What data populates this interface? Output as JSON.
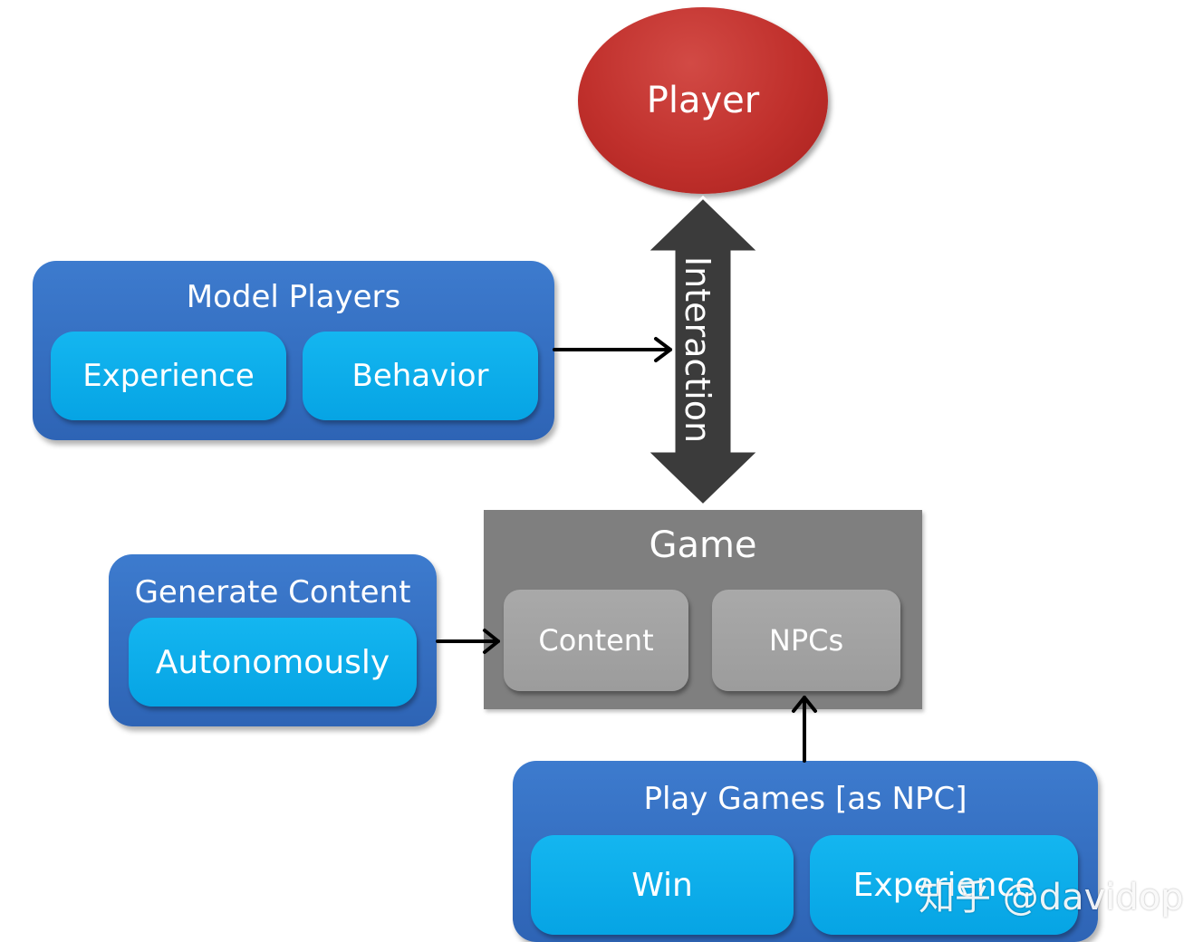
{
  "player": {
    "label": "Player"
  },
  "interaction": {
    "label": "Interaction"
  },
  "model_players": {
    "title": "Model Players",
    "items": [
      "Experience",
      "Behavior"
    ]
  },
  "game": {
    "title": "Game",
    "items": [
      "Content",
      "NPCs"
    ]
  },
  "generate_content": {
    "title": "Generate Content",
    "items": [
      "Autonomously"
    ]
  },
  "play_games": {
    "title": "Play Games [as NPC]",
    "items": [
      "Win",
      "Experience"
    ]
  },
  "watermark": {
    "text": "知乎 @davidop"
  },
  "colors": {
    "player": "#c0302c",
    "group_blue": "#3470c4",
    "pill_cyan": "#0aaeea",
    "game_gray": "#7f7f7f",
    "game_pill": "#a3a3a3",
    "arrow_dark": "#3b3b3b"
  }
}
